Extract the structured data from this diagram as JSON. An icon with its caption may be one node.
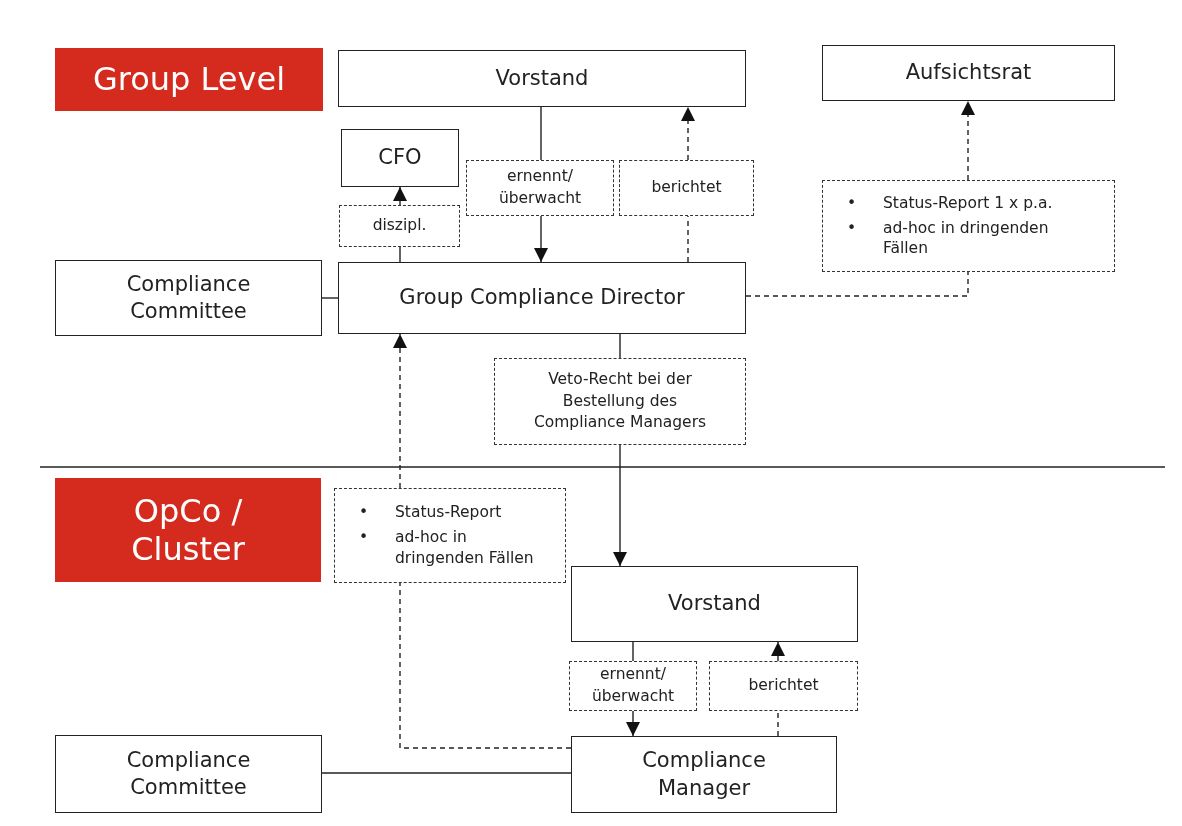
{
  "diagram": {
    "nodes": [
      {
        "text": [
          "Group Level"
        ]
      },
      {
        "text": [
          "Vorstand"
        ]
      },
      {
        "text": [
          "Aufsichtsrat"
        ]
      },
      {
        "text": [
          "CFO"
        ]
      },
      {
        "text": [
          "ernennt/ überwacht"
        ]
      },
      {
        "text": [
          "berichtet"
        ]
      },
      {
        "text": [
          "diszipl."
        ]
      },
      {
        "text": [
          "•",
          "Status-Report 1 x p.a.",
          "•",
          "ad-hoc in dringenden Fällen"
        ]
      },
      {
        "text": [
          "Compliance Committee"
        ]
      },
      {
        "text": [
          "Group Compliance Director"
        ]
      },
      {
        "text": [
          "Veto-Recht bei der Bestellung des Compliance Managers"
        ]
      },
      {
        "text": [
          "OpCo / Cluster"
        ]
      },
      {
        "text": [
          "•",
          "Status-Report",
          "•",
          "ad-hoc in dringenden Fällen"
        ]
      },
      {
        "text": [
          "Vorstand"
        ]
      },
      {
        "text": [
          "ernennt/ überwacht"
        ]
      },
      {
        "text": [
          "berichtet"
        ]
      },
      {
        "text": [
          "Compliance Committee"
        ]
      },
      {
        "text": [
          "Compliance Manager"
        ]
      }
    ],
    "edges": [
      {
        "from": 1,
        "to": 4,
        "arrow": "none"
      },
      {
        "from": 4,
        "to": 9,
        "arrow": "to"
      },
      {
        "from": 9,
        "to": 5,
        "arrow": "none",
        "style": "dashed"
      },
      {
        "from": 5,
        "to": 1,
        "arrow": "to",
        "style": "dashed"
      },
      {
        "from": 9,
        "to": 6,
        "arrow": "none"
      },
      {
        "from": 6,
        "to": 3,
        "arrow": "to"
      },
      {
        "from": 8,
        "to": 9,
        "arrow": "none"
      },
      {
        "from": 9,
        "to": 7,
        "arrow": "none",
        "style": "dashed"
      },
      {
        "from": 7,
        "to": 2,
        "arrow": "to",
        "style": "dashed"
      },
      {
        "from": 9,
        "to": 10,
        "arrow": "none"
      },
      {
        "from": 10,
        "to": 13,
        "arrow": "to"
      },
      {
        "from": 17,
        "to": 12,
        "arrow": "none",
        "style": "dashed"
      },
      {
        "from": 12,
        "to": 9,
        "arrow": "to",
        "style": "dashed"
      },
      {
        "from": 13,
        "to": 14,
        "arrow": "none"
      },
      {
        "from": 14,
        "to": 17,
        "arrow": "to"
      },
      {
        "from": 17,
        "to": 15,
        "arrow": "none",
        "style": "dashed"
      },
      {
        "from": 15,
        "to": 13,
        "arrow": "to",
        "style": "dashed"
      },
      {
        "from": 16,
        "to": 17,
        "arrow": "none"
      }
    ]
  }
}
